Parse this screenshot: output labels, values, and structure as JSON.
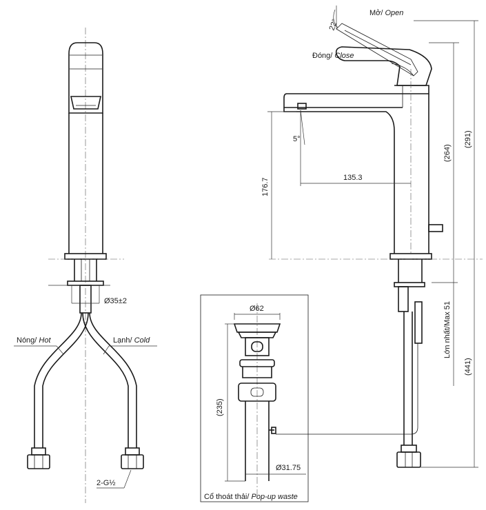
{
  "dimensions": {
    "angle_open": "22°",
    "angle_spout": "5°",
    "spout_reach": "135.3",
    "spout_height": "176.7",
    "height_264": "(264)",
    "height_291": "(291)",
    "below_deck_441": "(441)",
    "max_deck": "Lớn nhất/Max 51",
    "hole_dia": "Ø35±2",
    "waste_top_dia": "Ø62",
    "waste_length": "(235)",
    "waste_pipe_dia": "Ø31.75",
    "thread": "2-G½"
  },
  "labels": {
    "open_vi": "Mở/",
    "open_en": "Open",
    "close_vi": "Đóng/",
    "close_en": "Close",
    "hot_vi": "Nóng/",
    "hot_en": "Hot",
    "cold_vi": "Lạnh/",
    "cold_en": "Cold",
    "waste_vi": "Cổ thoát thải/",
    "waste_en": "Pop-up waste"
  }
}
